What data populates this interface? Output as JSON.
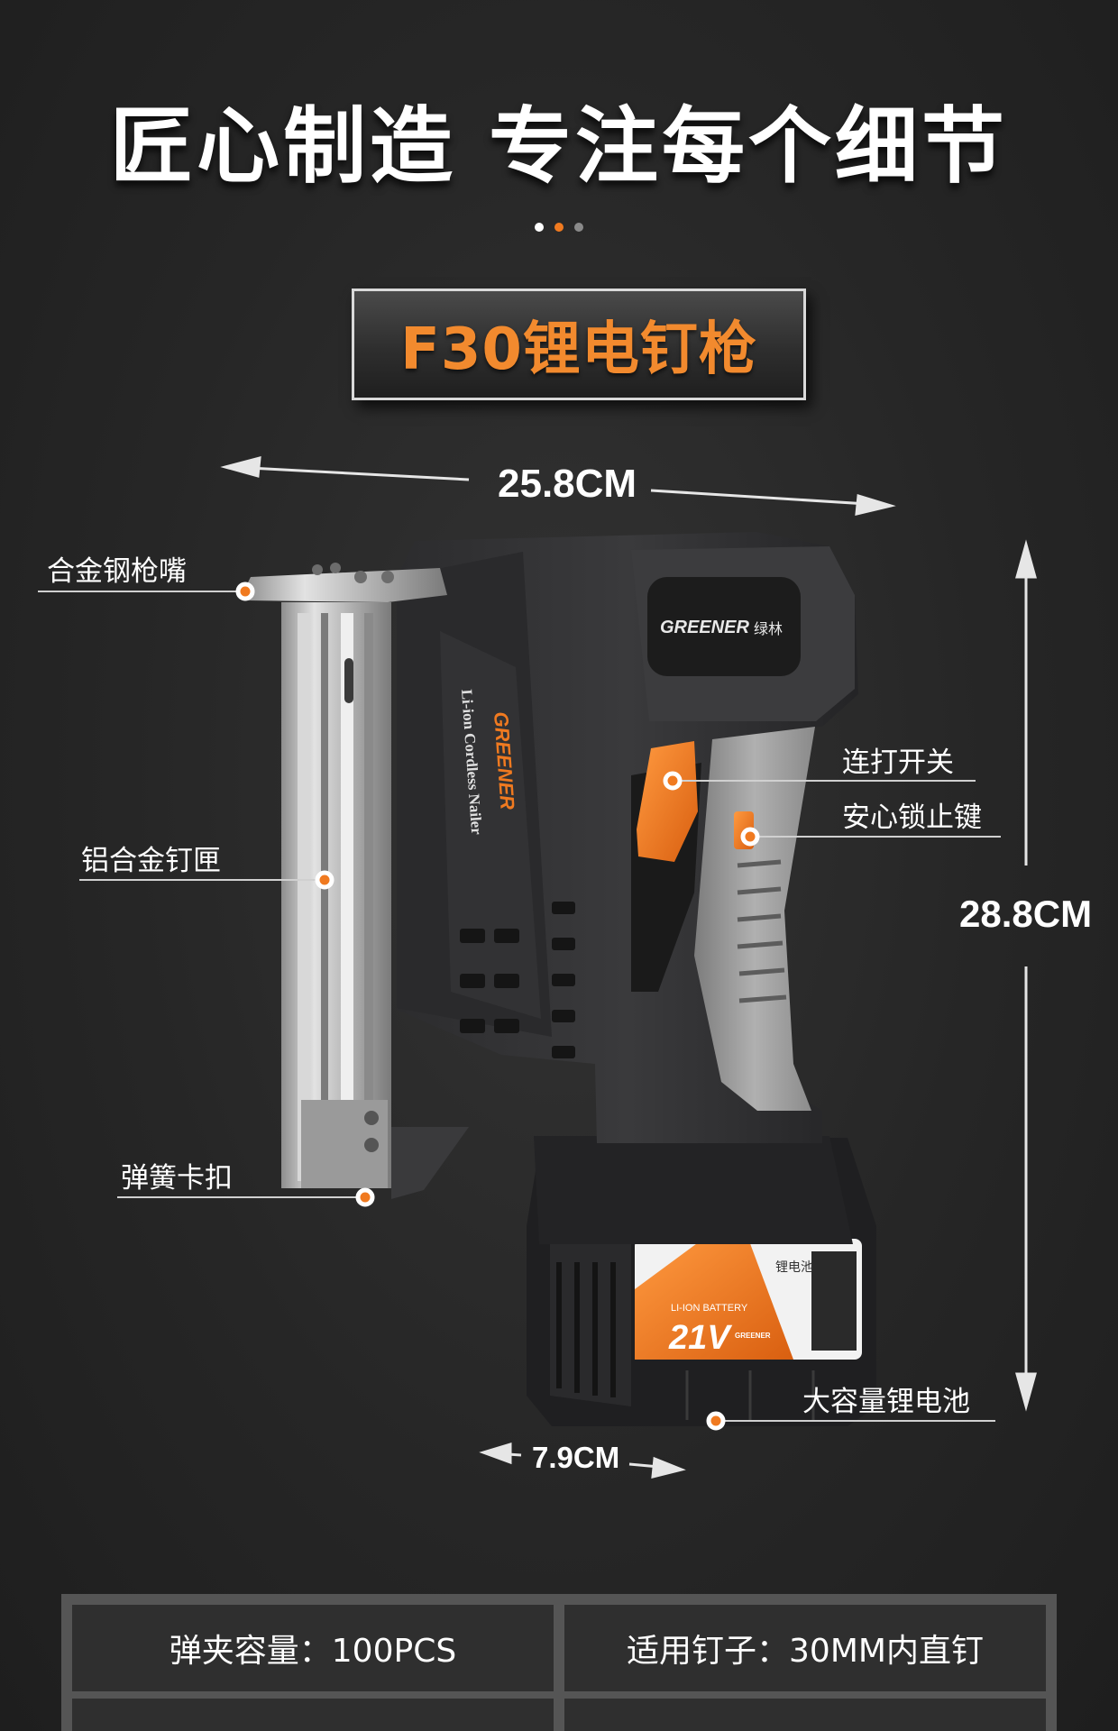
{
  "headline": "匠心制造 专注每个细节",
  "carousel": {
    "count": 3,
    "active": 1,
    "colors": [
      "#ffffff",
      "#f07a20",
      "#8a8a8a"
    ]
  },
  "product_title": "F30锂电钉枪",
  "dimensions": {
    "length": "25.8CM",
    "height": "28.8CM",
    "width": "7.9CM"
  },
  "callouts": {
    "nozzle": "合金钢枪嘴",
    "magazine": "铝合金钉匣",
    "spring_clip": "弹簧卡扣",
    "trigger": "连打开关",
    "safety_lock": "安心锁止键",
    "battery": "大容量锂电池"
  },
  "tool_labels": {
    "brand": "GREENER",
    "brand_cn": "绿林",
    "side_text": "Li-ion Cordless Nailer"
  },
  "battery_labels": {
    "type": "LI-ION BATTERY",
    "voltage": "21V",
    "brand": "GREENER",
    "name": "锂电池"
  },
  "specs": [
    "弹夹容量：100PCS",
    "适用钉子：30MM内直钉"
  ],
  "colors": {
    "accent": "#f07a20",
    "background": "#262626"
  }
}
